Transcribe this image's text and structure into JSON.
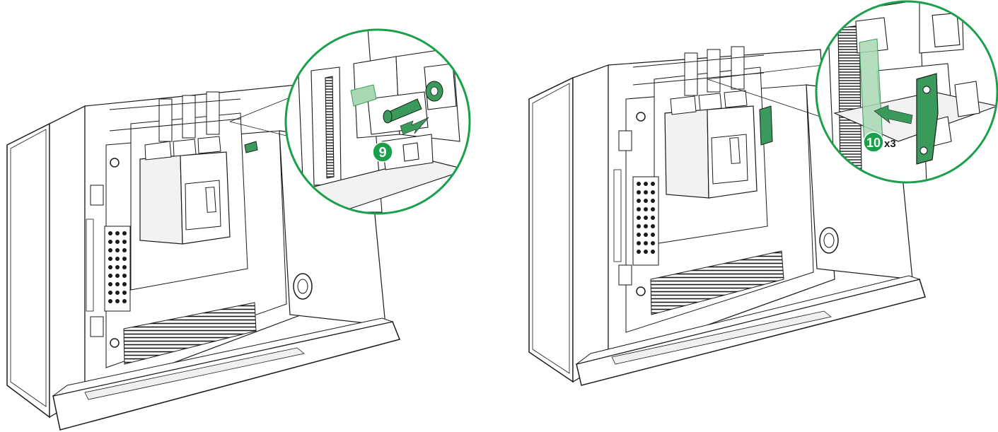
{
  "figure": {
    "steps": [
      {
        "number": "9",
        "quantity": ""
      },
      {
        "number": "10",
        "quantity": "x3"
      }
    ],
    "colors": {
      "line": "#1a1a1a",
      "cabinet_fill": "#ffffff",
      "accent": "#1aa04a",
      "part_green": "#3a9a5c",
      "part_green_light": "#a8d8b4",
      "shade": "#e6e6e6"
    },
    "icons": {
      "step_marker": "green-circle-number",
      "motion": "arrow-icon"
    }
  }
}
